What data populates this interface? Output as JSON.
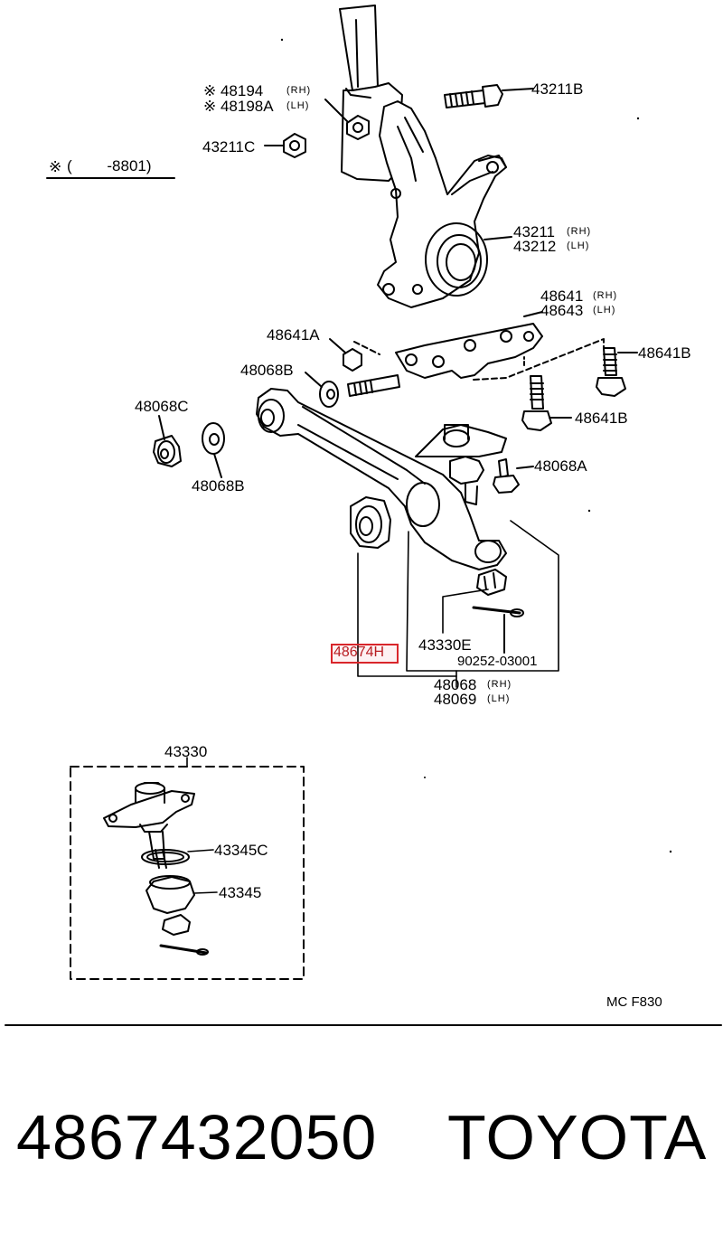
{
  "diagram": {
    "note": {
      "mark": "※",
      "text": "(　　 -8801)"
    },
    "labels": {
      "p48194": "※ 48194",
      "p48194_side": "(RH)",
      "p48198A": "※ 48198A",
      "p48198A_side": "(LH)",
      "p43211B": "43211B",
      "p43211C": "43211C",
      "p43211": "43211",
      "p43211_side": "(RH)",
      "p43212": "43212",
      "p43212_side": "(LH)",
      "p48641": "48641",
      "p48641_side": "(RH)",
      "p48643": "48643",
      "p48643_side": "(LH)",
      "p48641A": "48641A",
      "p48641B_top": "48641B",
      "p48641B_mid": "48641B",
      "p48068B_top": "48068B",
      "p48068C": "48068C",
      "p48068B_low": "48068B",
      "p48068A": "48068A",
      "p48674H": "48674H",
      "p43330E": "43330E",
      "p90252": "90252-03001",
      "p48068": "48068",
      "p48068_side": "(RH)",
      "p48069": "48069",
      "p48069_side": "(LH)",
      "p43330": "43330",
      "p43345C": "43345C",
      "p43345": "43345"
    },
    "code": "MC  F830"
  },
  "footer": {
    "part_number": "4867432050",
    "brand": "TOYOTA"
  },
  "colors": {
    "line": "#000000",
    "highlight": "#d9262b",
    "background": "#ffffff"
  }
}
